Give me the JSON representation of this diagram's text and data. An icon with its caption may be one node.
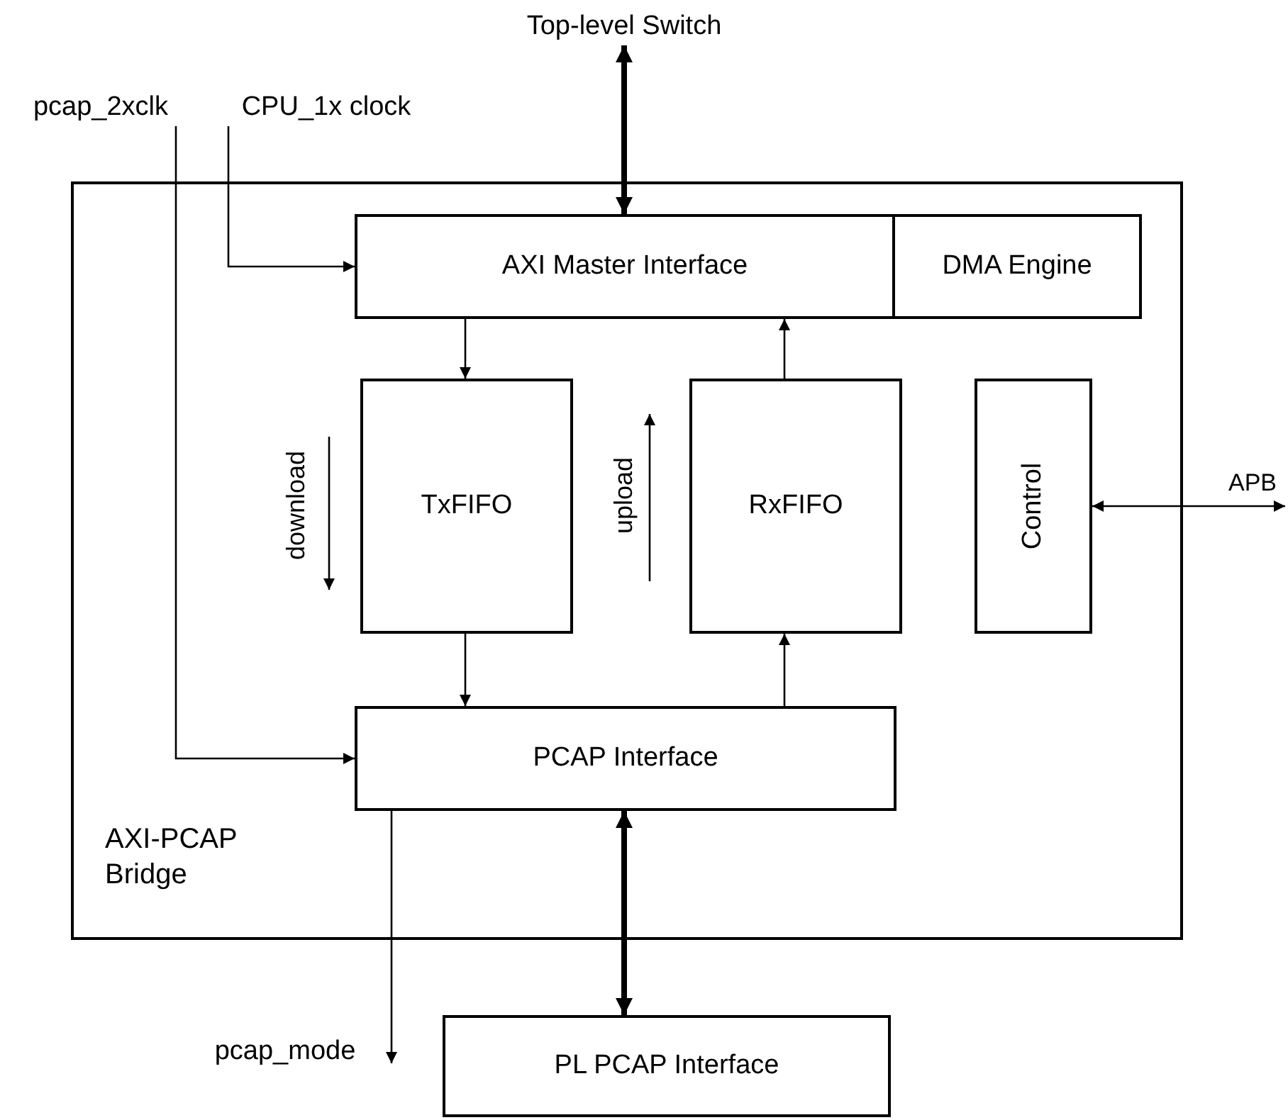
{
  "diagram": {
    "nodes": [
      {
        "text": [
          "AXI-PCAP Bridge"
        ]
      },
      {
        "text": [
          "AXI Master Interface"
        ],
        "in": 0
      },
      {
        "text": [
          "DMA Engine"
        ],
        "in": 0
      },
      {
        "text": [
          "TxFIFO"
        ],
        "in": 0
      },
      {
        "text": [
          "RxFIFO"
        ],
        "in": 0
      },
      {
        "text": [
          "Control"
        ],
        "in": 0
      },
      {
        "text": [
          "PCAP Interface"
        ],
        "in": 0
      },
      {
        "text": [
          "PL PCAP Interface"
        ]
      },
      {
        "text": [
          "Top-level Switch"
        ]
      },
      {
        "text": [
          "pcap_2xclk"
        ]
      },
      {
        "text": [
          "CPU_1x clock"
        ]
      },
      {
        "text": [
          "pcap_mode"
        ]
      }
    ],
    "edges": [
      {
        "from": 8,
        "to": 1,
        "arrow": "both",
        "style": "thick"
      },
      {
        "from": 10,
        "to": 1,
        "arrow": "to"
      },
      {
        "from": 9,
        "to": 6,
        "arrow": "to"
      },
      {
        "from": 1,
        "to": 3,
        "arrow": "to"
      },
      {
        "from": 4,
        "to": 1,
        "arrow": "to"
      },
      {
        "from": 3,
        "to": 6,
        "arrow": "to"
      },
      {
        "from": 6,
        "to": 4,
        "arrow": "to"
      },
      {
        "from": 5,
        "to": null,
        "arrow": "both",
        "label": "APB"
      },
      {
        "from": 6,
        "to": 7,
        "arrow": "both",
        "style": "thick"
      },
      {
        "from": 6,
        "to": 11,
        "arrow": "to"
      }
    ],
    "labels": [
      "download",
      "upload"
    ]
  }
}
